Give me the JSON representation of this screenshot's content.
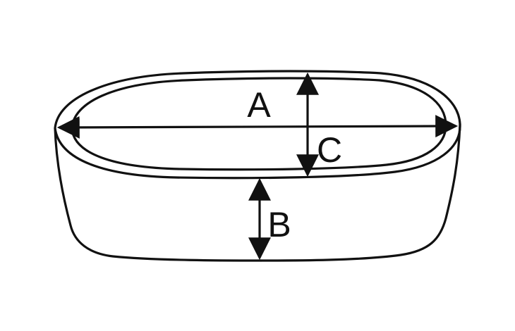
{
  "diagram": {
    "stroke_color": "#111111",
    "background": "#ffffff",
    "dimensions": {
      "a": {
        "label": "A"
      },
      "b": {
        "label": "B"
      },
      "c": {
        "label": "C"
      }
    }
  }
}
